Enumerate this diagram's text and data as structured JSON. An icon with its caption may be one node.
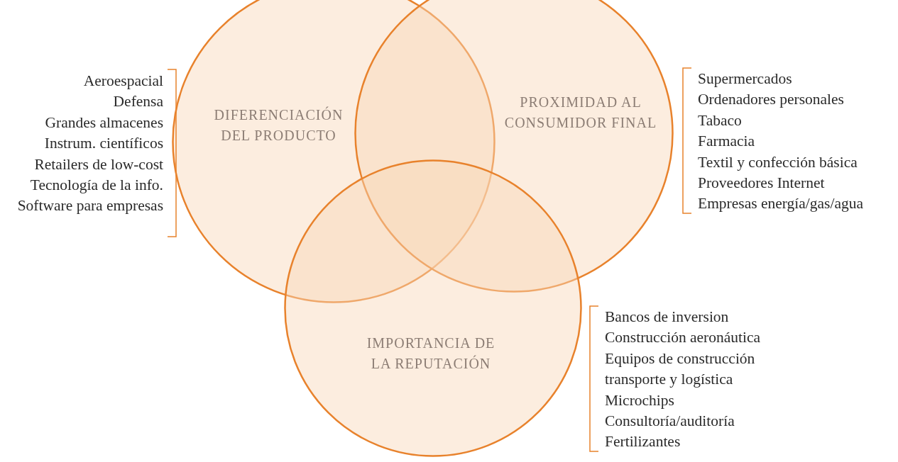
{
  "diagram": {
    "nodes": [
      {
        "text": [
          "DIFERENCIACIÓN DEL PRODUCTO"
        ],
        "beside": [
          "Aeroespacial",
          "Defensa",
          "Grandes almacenes",
          "Instrum. científicos",
          "Retailers de low-cost",
          "Tecnología de la info.",
          "Software para empresas"
        ]
      },
      {
        "text": [
          "PROXIMIDAD AL CONSUMIDOR FINAL"
        ],
        "beside": [
          "Supermercados",
          "Ordenadores personales",
          "Tabaco",
          "Farmacia",
          "Textil y confección básica",
          "Proveedores Internet",
          "Empresas energía/gas/agua"
        ]
      },
      {
        "text": [
          "IMPORTANCIA DE LA REPUTACIÓN"
        ],
        "beside": [
          "Bancos de inversion",
          "Construcción aeronáutica",
          "Equipos de construcción transporte y logística",
          "Microchips",
          "Consultoría/auditoría",
          "Fertilizantes"
        ]
      }
    ],
    "edges": []
  }
}
